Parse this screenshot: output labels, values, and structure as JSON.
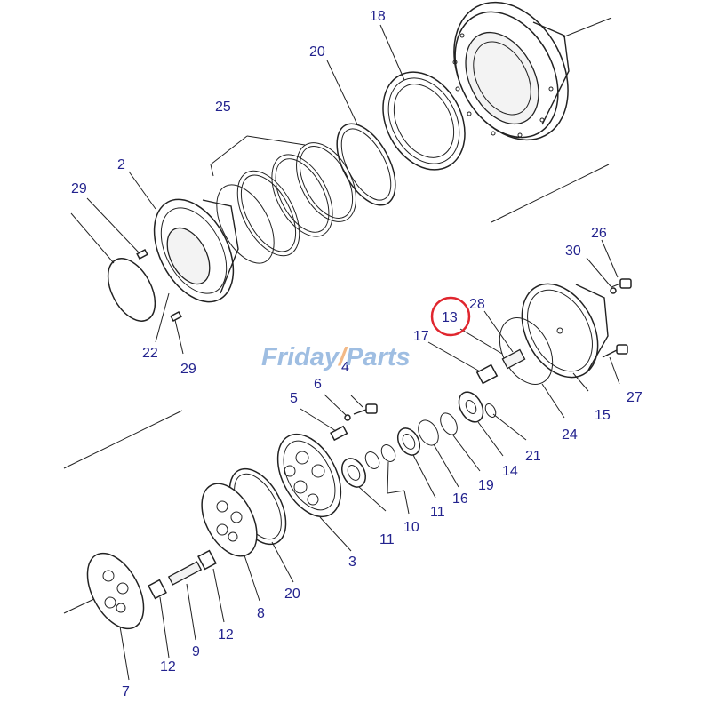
{
  "watermark": {
    "part1": "Friday",
    "part2": "/",
    "part3": "Parts"
  },
  "highlight_color": "#e0262e",
  "label_color": "#23238e",
  "labels": {
    "l18": "18",
    "l20a": "20",
    "l25": "25",
    "l2": "2",
    "l29a": "29",
    "l22": "22",
    "l29b": "29",
    "l26": "26",
    "l30": "30",
    "l28": "28",
    "l13": "13",
    "l17": "17",
    "l15": "15",
    "l27": "27",
    "l24": "24",
    "l21": "21",
    "l14": "14",
    "l19": "19",
    "l16": "16",
    "l11a": "11",
    "l10": "10",
    "l11b": "11",
    "l6": "6",
    "l4": "4",
    "l5": "5",
    "l3": "3",
    "l20b": "20",
    "l8": "8",
    "l12a": "12",
    "l9": "9",
    "l12b": "12",
    "l7": "7"
  }
}
